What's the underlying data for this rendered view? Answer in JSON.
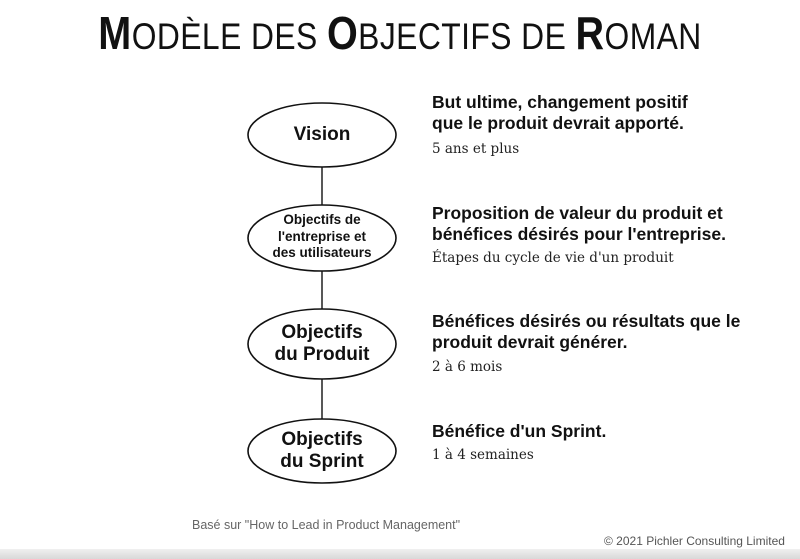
{
  "title": {
    "part1_cap": "M",
    "part1_rest": "ODÈLE DES ",
    "part2_cap": "O",
    "part2_rest": "BJECTIFS DE ",
    "part3_cap": "R",
    "part3_rest": "OMAN"
  },
  "nodes": [
    {
      "label_line1": "Vision",
      "label_line2": "",
      "label_line3": ""
    },
    {
      "label_line1": "Objectifs de",
      "label_line2": "l'entreprise et",
      "label_line3": "des utilisateurs"
    },
    {
      "label_line1": "Objectifs",
      "label_line2": "du Produit",
      "label_line3": ""
    },
    {
      "label_line1": "Objectifs",
      "label_line2": "du Sprint",
      "label_line3": ""
    }
  ],
  "descriptions": [
    {
      "line1": "But ultime, changement positif",
      "line2": "que le produit devrait apporté.",
      "horizon": "5 ans et plus"
    },
    {
      "line1": "Proposition de valeur du produit et",
      "line2": "bénéfices désirés pour l'entreprise.",
      "horizon": "Étapes du cycle de vie d'un produit"
    },
    {
      "line1": "Bénéfices désirés ou résultats que le",
      "line2": "produit devrait générer.",
      "horizon": "2 à 6 mois"
    },
    {
      "line1": "Bénéfice d'un Sprint.",
      "line2": "",
      "horizon": "1 à 4 semaines"
    }
  ],
  "source": "Basé sur \"How to Lead in Product Management\"",
  "copyright": "© 2021 Pichler Consulting Limited",
  "colors": {
    "stroke": "#111111",
    "text": "#111111",
    "footer_text": "#666666"
  }
}
